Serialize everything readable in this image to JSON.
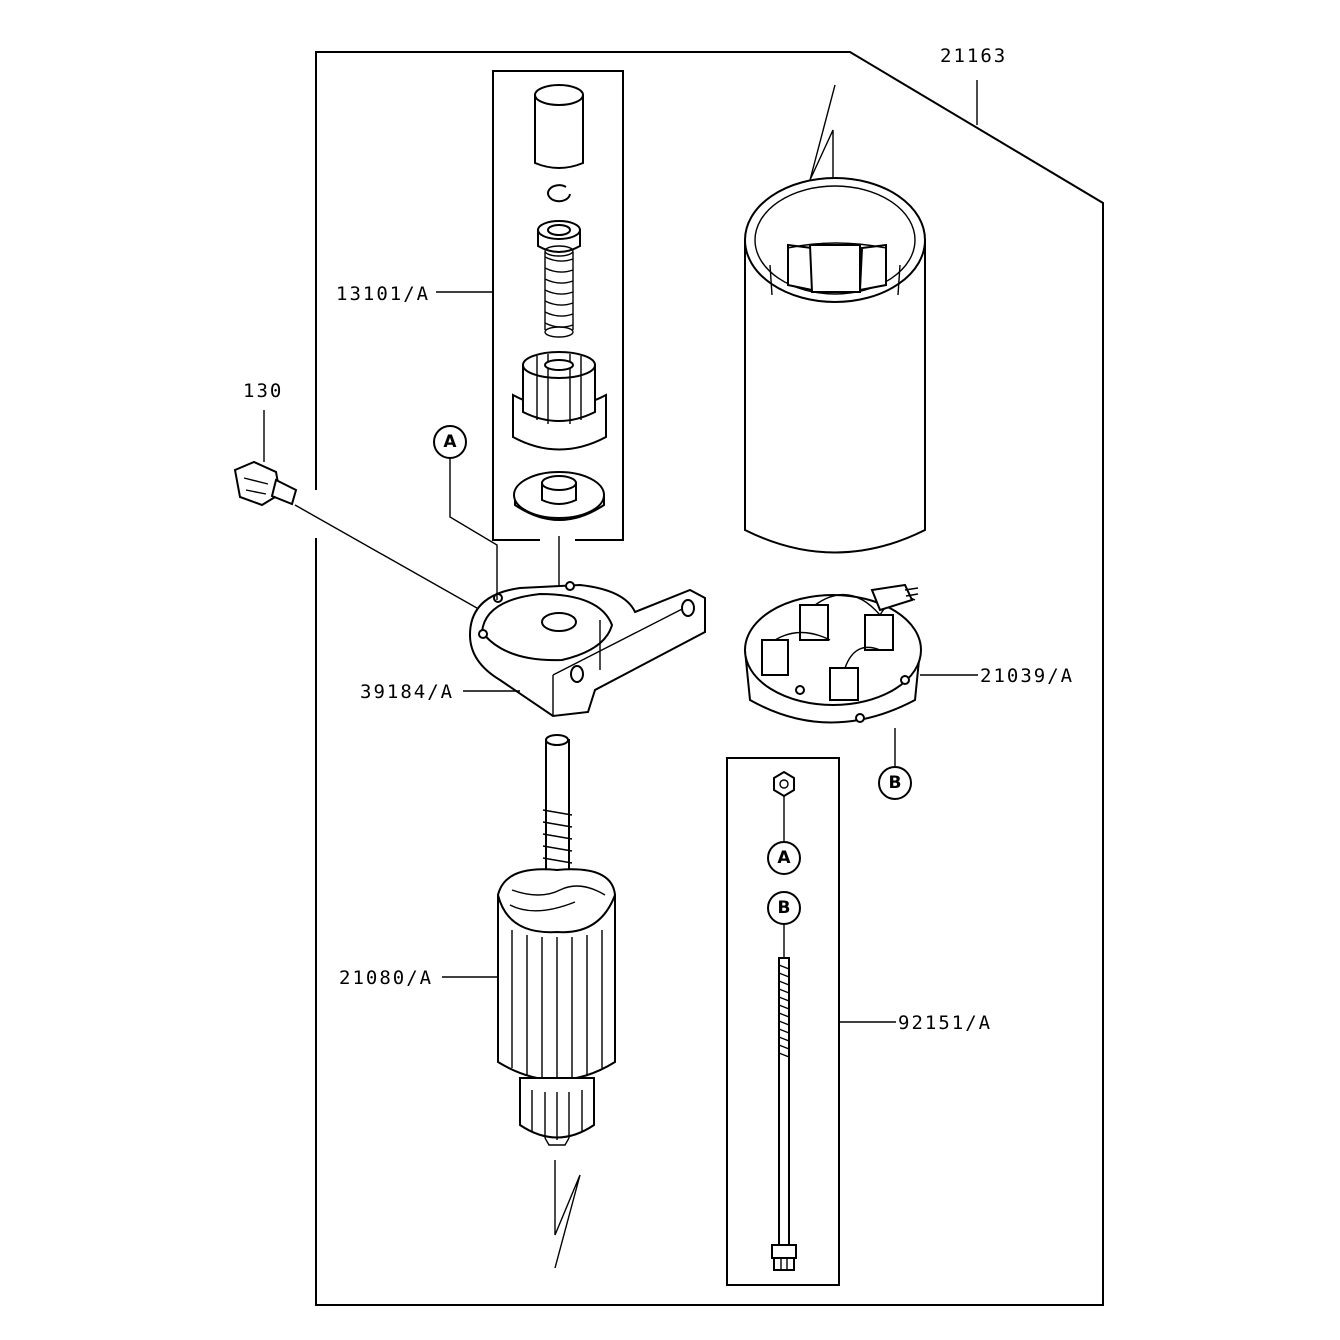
{
  "labels": {
    "assembly": "21163",
    "pinion_kit": "13101/A",
    "bolt": "130",
    "bracket": "39184/A",
    "brush_holder": "21039/A",
    "armature": "21080/A",
    "through_bolt": "92151/A"
  },
  "refs": {
    "a": "A",
    "b": "B"
  }
}
